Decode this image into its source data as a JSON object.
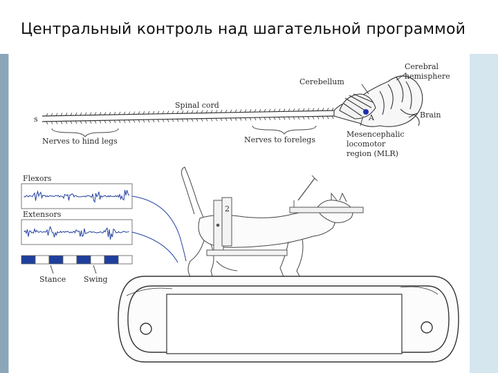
{
  "slide": {
    "title": "Центральный контроль над шагательной программой"
  },
  "diagram": {
    "labels": {
      "cerebral_hemisphere": [
        "Cerebral",
        "hemisphere"
      ],
      "cerebellum": "Cerebellum",
      "brain": "Brain",
      "spinal_cord": "Spinal cord",
      "nerves_hind": "Nerves to hind legs",
      "nerves_fore": "Nerves to forelegs",
      "mlr": [
        "Mesencephalic",
        "locomotor",
        "region (MLR)"
      ],
      "flexors": "Flexors",
      "extensors": "Extensors",
      "stance": "Stance",
      "swing": "Swing",
      "marker_s": "s",
      "marker_a": "A",
      "marker_2": "2"
    },
    "colors": {
      "emg_trace": "#1f3f9e",
      "mlr_dot": "#1a2fb0",
      "ink": "#333333",
      "phase_bar_dark": "#1f3f9e"
    },
    "phase_bar": {
      "segments": [
        "dark",
        "light",
        "dark",
        "light",
        "dark",
        "light",
        "dark",
        "light"
      ]
    }
  }
}
